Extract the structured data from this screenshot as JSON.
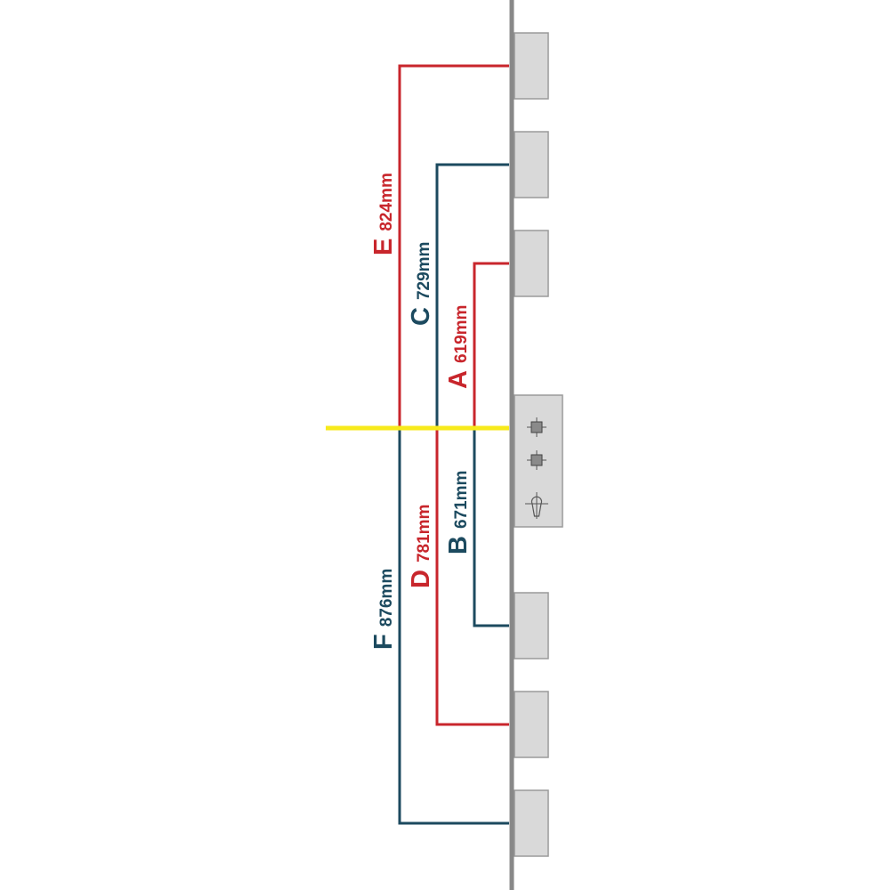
{
  "colors": {
    "red": "#c8262c",
    "blue": "#1c4a5f",
    "rail": "#888888",
    "bolt_fill": "#d9d9d9",
    "bolt_stroke": "#9a9a9a",
    "reference_line": "#f7ea1b"
  },
  "measurements": [
    {
      "letter": "A",
      "value": "619mm",
      "color": "red"
    },
    {
      "letter": "B",
      "value": "671mm",
      "color": "blue"
    },
    {
      "letter": "C",
      "value": "729mm",
      "color": "blue"
    },
    {
      "letter": "D",
      "value": "781mm",
      "color": "red"
    },
    {
      "letter": "E",
      "value": "824mm",
      "color": "red"
    },
    {
      "letter": "F",
      "value": "876mm",
      "color": "blue"
    }
  ],
  "icons": {
    "spindle_upper": "square-spindle-icon",
    "spindle_lower": "square-spindle-icon",
    "cylinder": "euro-cylinder-keyhole-icon"
  }
}
